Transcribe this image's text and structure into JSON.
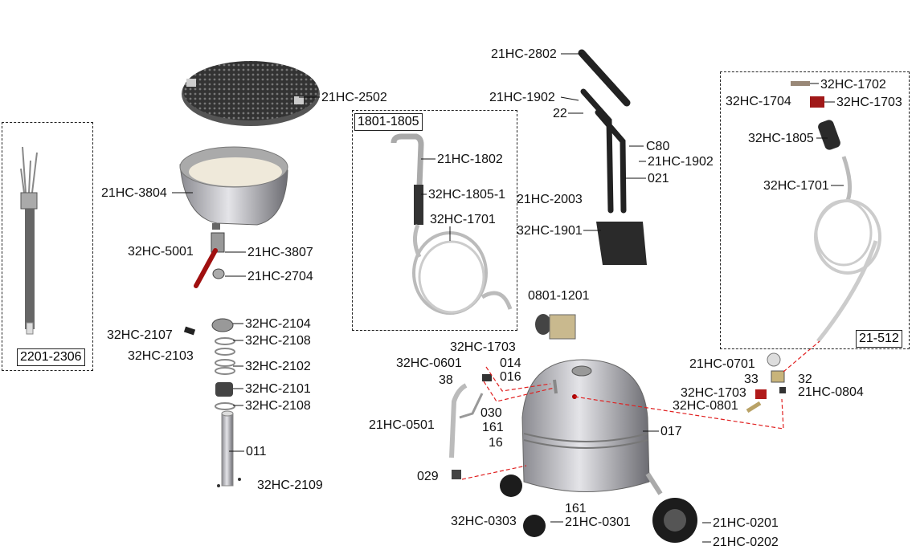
{
  "title_boxes": [
    "2201-2306",
    "1801-1805",
    "21-512"
  ],
  "labels": [
    "21HC-2502",
    "21HC-3804",
    "32HC-5001",
    "21HC-3807",
    "21HC-2704",
    "32HC-2104",
    "32HC-2107",
    "32HC-2108",
    "32HC-2103",
    "32HC-2102",
    "32HC-2101",
    "32HC-2108",
    "011",
    "32HC-2109",
    "21HC-1802",
    "32HC-1805-1",
    "32HC-1701",
    "21HC-2802",
    "21HC-1902",
    "22",
    "C80",
    "21HC-1902",
    "021",
    "21HC-2003",
    "32HC-1901",
    "0801-1201",
    "32HC-1703",
    "32HC-0601",
    "014",
    "38",
    "016",
    "030",
    "21HC-0501",
    "161",
    "16",
    "017",
    "029",
    "161",
    "32HC-0303",
    "21HC-0301",
    "21HC-0201",
    "21HC-0202",
    "32HC-1702",
    "32HC-1704",
    "32HC-1703",
    "32HC-1805",
    "32HC-1701",
    "21HC-0701",
    "33",
    "32",
    "32HC-1703",
    "21HC-0804",
    "32HC-0801"
  ],
  "colors": {
    "metal": "#b9b9bd",
    "dark": "#2a2a2a",
    "accent_red": "#e02020"
  }
}
